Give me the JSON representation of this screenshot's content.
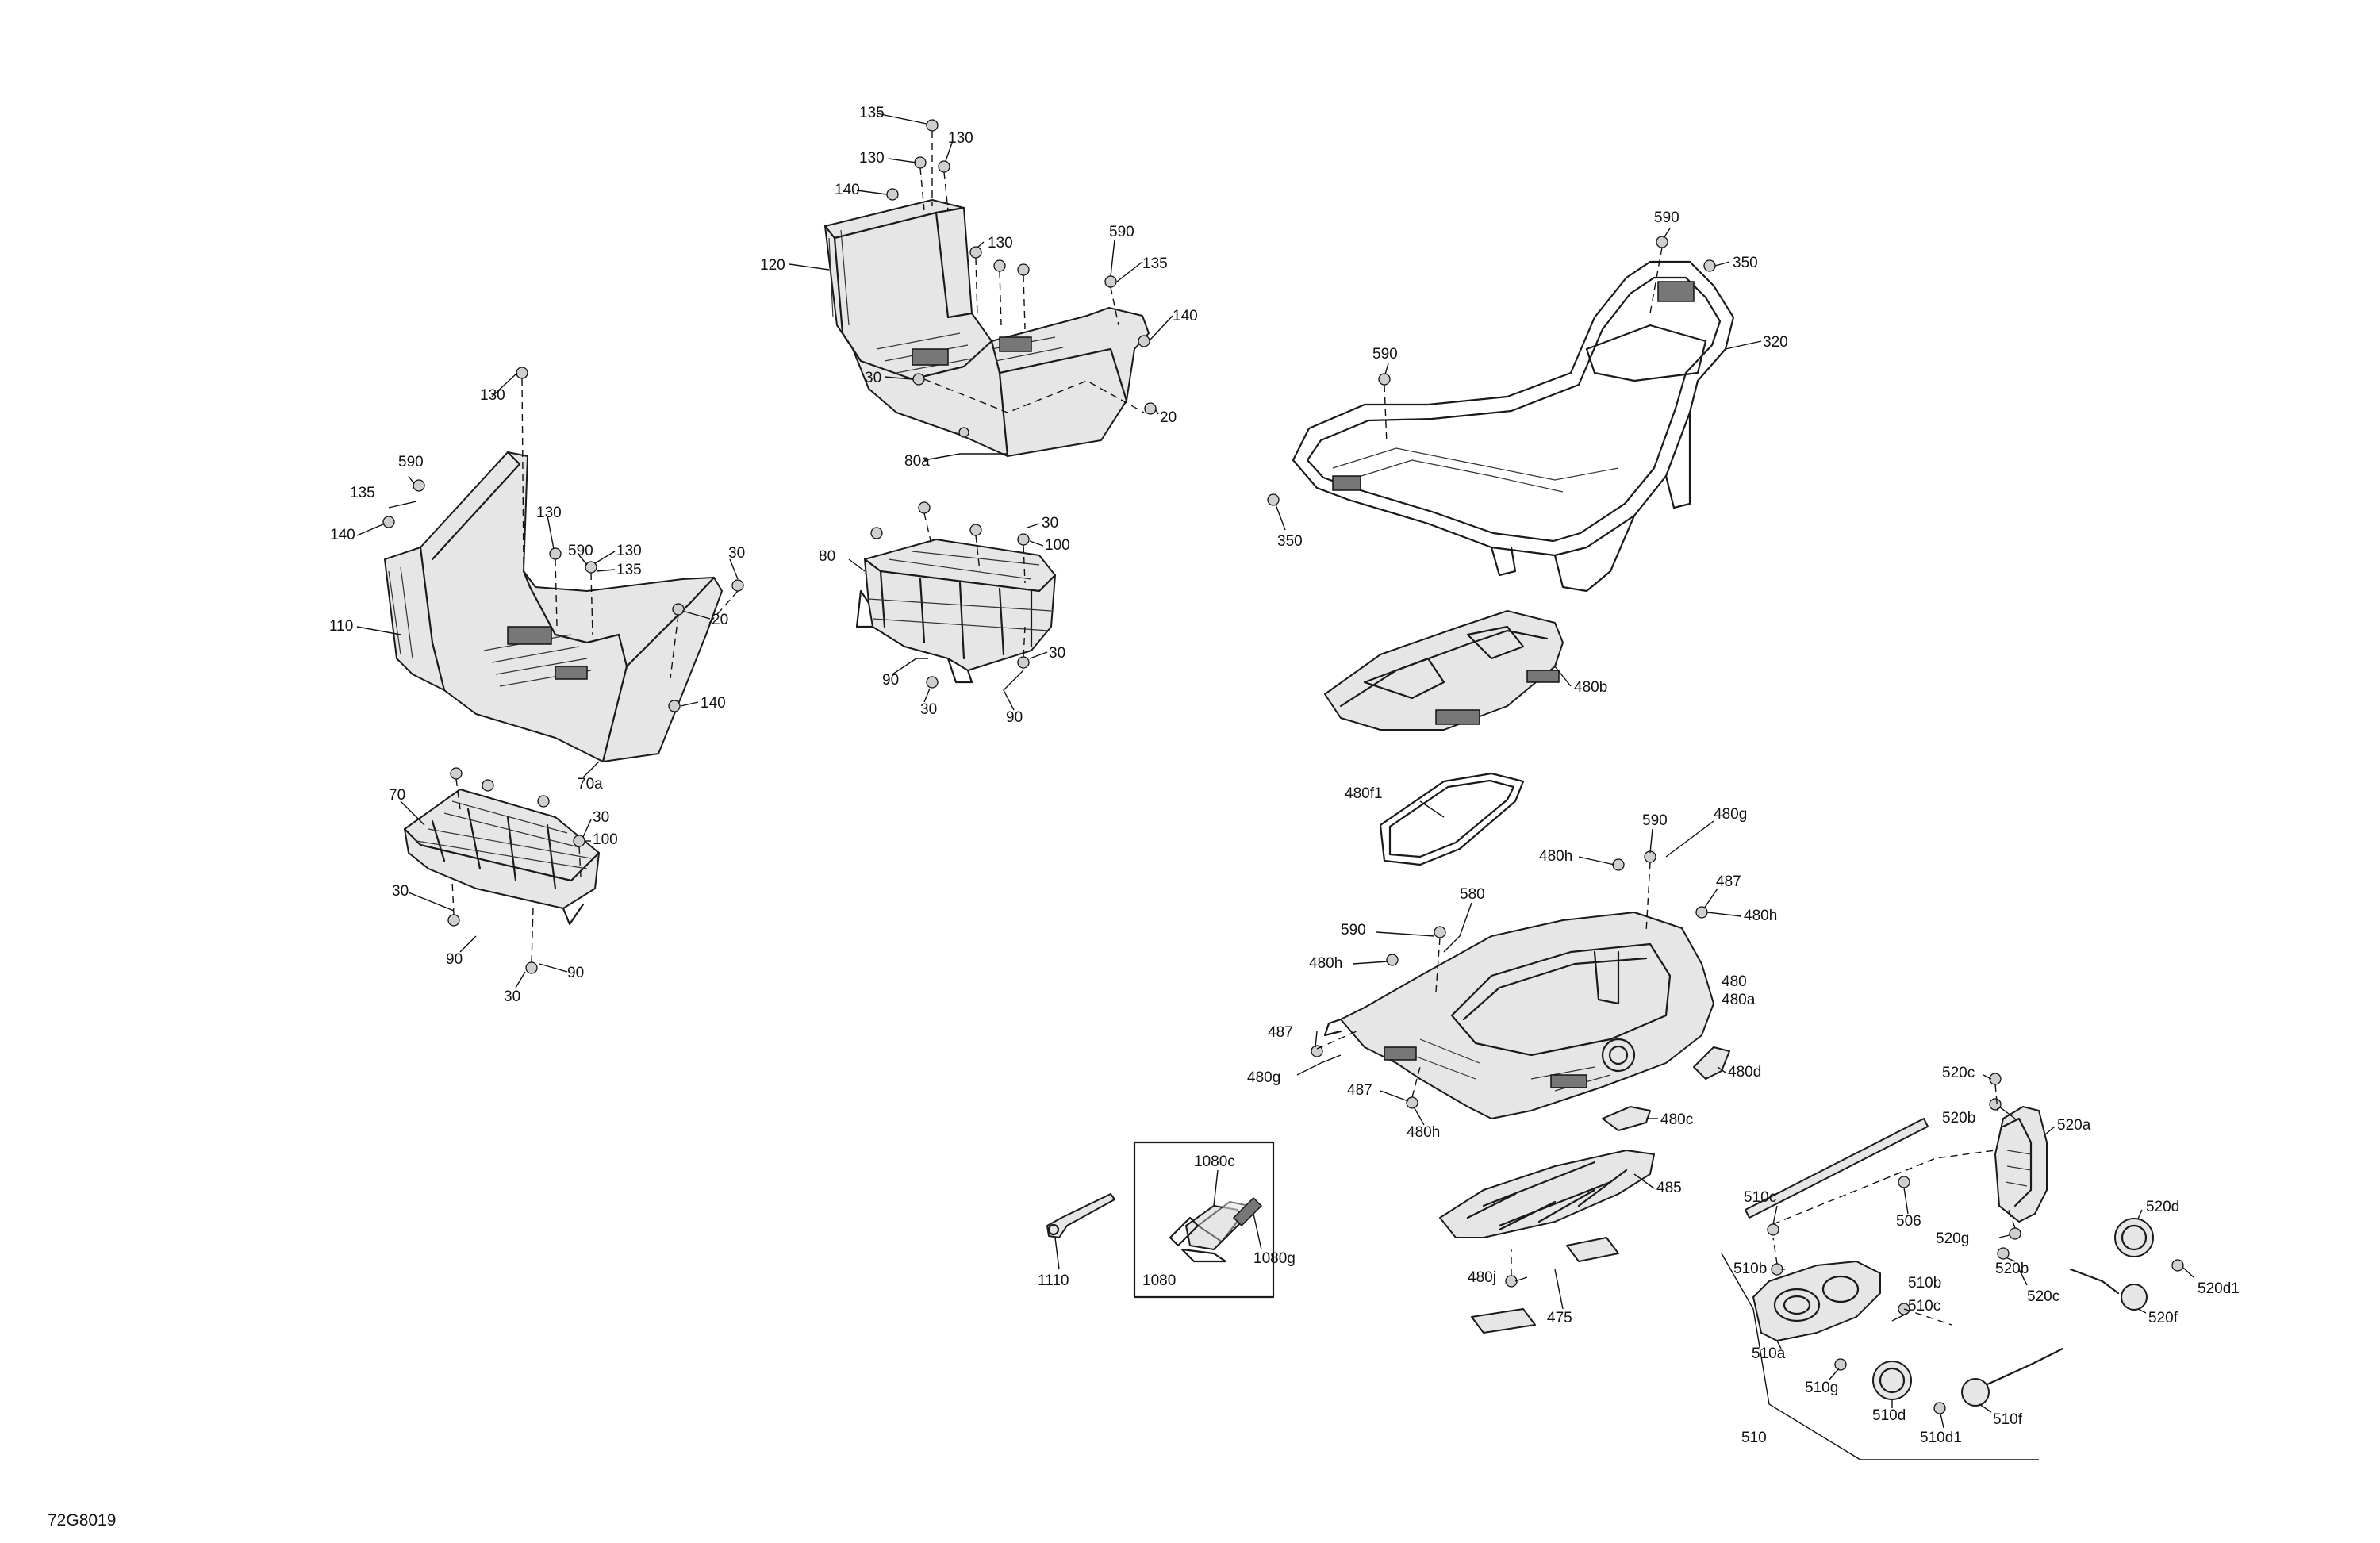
{
  "drawing_code": "72G8019",
  "callouts": [
    {
      "id": "c1",
      "text": "135"
    },
    {
      "id": "c2",
      "text": "130"
    },
    {
      "id": "c3",
      "text": "130"
    },
    {
      "id": "c4",
      "text": "140"
    },
    {
      "id": "c5",
      "text": "120"
    },
    {
      "id": "c6",
      "text": "130"
    },
    {
      "id": "c7",
      "text": "590"
    },
    {
      "id": "c8",
      "text": "135"
    },
    {
      "id": "c9",
      "text": "140"
    },
    {
      "id": "c10",
      "text": "30"
    },
    {
      "id": "c11",
      "text": "20"
    },
    {
      "id": "c12",
      "text": "80a"
    },
    {
      "id": "c13",
      "text": "130"
    },
    {
      "id": "c14",
      "text": "590"
    },
    {
      "id": "c15",
      "text": "135"
    },
    {
      "id": "c16",
      "text": "140"
    },
    {
      "id": "c17",
      "text": "130"
    },
    {
      "id": "c18",
      "text": "590"
    },
    {
      "id": "c19",
      "text": "130"
    },
    {
      "id": "c20",
      "text": "135"
    },
    {
      "id": "c21",
      "text": "30"
    },
    {
      "id": "c22",
      "text": "20"
    },
    {
      "id": "c23",
      "text": "110"
    },
    {
      "id": "c24",
      "text": "140"
    },
    {
      "id": "c25",
      "text": "70a"
    },
    {
      "id": "c26",
      "text": "80"
    },
    {
      "id": "c27",
      "text": "30"
    },
    {
      "id": "c28",
      "text": "100"
    },
    {
      "id": "c29",
      "text": "30"
    },
    {
      "id": "c30",
      "text": "90"
    },
    {
      "id": "c31",
      "text": "30"
    },
    {
      "id": "c32",
      "text": "90"
    },
    {
      "id": "c33",
      "text": "70"
    },
    {
      "id": "c34",
      "text": "30"
    },
    {
      "id": "c35",
      "text": "100"
    },
    {
      "id": "c36",
      "text": "30"
    },
    {
      "id": "c37",
      "text": "90"
    },
    {
      "id": "c38",
      "text": "30"
    },
    {
      "id": "c39",
      "text": "90"
    },
    {
      "id": "c40",
      "text": "590"
    },
    {
      "id": "c41",
      "text": "350"
    },
    {
      "id": "c42",
      "text": "320"
    },
    {
      "id": "c43",
      "text": "590"
    },
    {
      "id": "c44",
      "text": "350"
    },
    {
      "id": "c45",
      "text": "480b"
    },
    {
      "id": "c46",
      "text": "480f1"
    },
    {
      "id": "c47",
      "text": "590"
    },
    {
      "id": "c48",
      "text": "480g"
    },
    {
      "id": "c49",
      "text": "480h"
    },
    {
      "id": "c50",
      "text": "487"
    },
    {
      "id": "c51",
      "text": "480h"
    },
    {
      "id": "c52",
      "text": "580"
    },
    {
      "id": "c53",
      "text": "590"
    },
    {
      "id": "c54",
      "text": "480h"
    },
    {
      "id": "c55",
      "text": "480"
    },
    {
      "id": "c56",
      "text": "480a"
    },
    {
      "id": "c57",
      "text": "487"
    },
    {
      "id": "c58",
      "text": "480d"
    },
    {
      "id": "c59",
      "text": "480g"
    },
    {
      "id": "c60",
      "text": "487"
    },
    {
      "id": "c61",
      "text": "480h"
    },
    {
      "id": "c62",
      "text": "480c"
    },
    {
      "id": "c63",
      "text": "485"
    },
    {
      "id": "c64",
      "text": "480j"
    },
    {
      "id": "c65",
      "text": "475"
    },
    {
      "id": "c66",
      "text": "1080c"
    },
    {
      "id": "c67",
      "text": "1080g"
    },
    {
      "id": "c68",
      "text": "1080"
    },
    {
      "id": "c69",
      "text": "1110"
    },
    {
      "id": "c70",
      "text": "520c"
    },
    {
      "id": "c71",
      "text": "520b"
    },
    {
      "id": "c72",
      "text": "520a"
    },
    {
      "id": "c73",
      "text": "510c"
    },
    {
      "id": "c74",
      "text": "506"
    },
    {
      "id": "c75",
      "text": "520g"
    },
    {
      "id": "c76",
      "text": "520b"
    },
    {
      "id": "c77",
      "text": "520d"
    },
    {
      "id": "c78",
      "text": "510b"
    },
    {
      "id": "c79",
      "text": "510b"
    },
    {
      "id": "c80",
      "text": "520c"
    },
    {
      "id": "c81",
      "text": "520d1"
    },
    {
      "id": "c82",
      "text": "510c"
    },
    {
      "id": "c83",
      "text": "520f"
    },
    {
      "id": "c84",
      "text": "510a"
    },
    {
      "id": "c85",
      "text": "510g"
    },
    {
      "id": "c86",
      "text": "510d"
    },
    {
      "id": "c87",
      "text": "510f"
    },
    {
      "id": "c88",
      "text": "510d1"
    },
    {
      "id": "c89",
      "text": "510"
    }
  ]
}
